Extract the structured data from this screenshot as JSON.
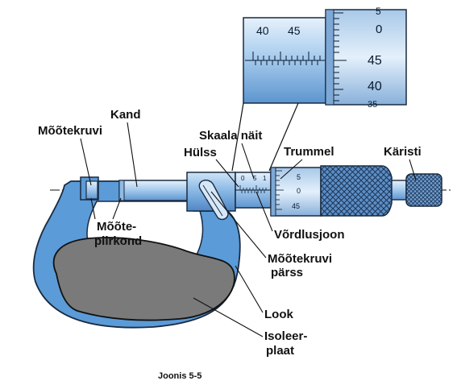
{
  "labels": {
    "mootekruvi": "Mõõtekruvi",
    "kand": "Kand",
    "skaala_nait": "Skaala näit",
    "hulss": "Hülss",
    "trummel": "Trummel",
    "karisti": "Käristi",
    "mootepiirkond_1": "Mõõte-",
    "mootepiirkond_2": "piirkond",
    "vordlusjoon": "Võrdlusjoon",
    "parss_1": "Mõõtekruvi",
    "parss_2": "pärss",
    "look": "Look",
    "isoleerplaat_1": "Isoleer-",
    "isoleerplaat_2": "plaat"
  },
  "caption": "Joonis 5-5",
  "zoom_scale": {
    "sleeve_40": "40",
    "sleeve_45": "45",
    "drum_5": "5",
    "drum_0": "0",
    "drum_45": "45",
    "drum_40": "40",
    "drum_35": "35"
  },
  "small_scale": {
    "sleeve_0": "0",
    "sleeve_5": "5",
    "sleeve_1": "1",
    "drum_5": "5",
    "drum_0": "0",
    "drum_45": "45"
  },
  "colors": {
    "frame_blue": "#5b9bd8",
    "outline": "#1a2a40",
    "pad_grey": "#7a7a7a",
    "metal_light": "#d6e8f8"
  }
}
